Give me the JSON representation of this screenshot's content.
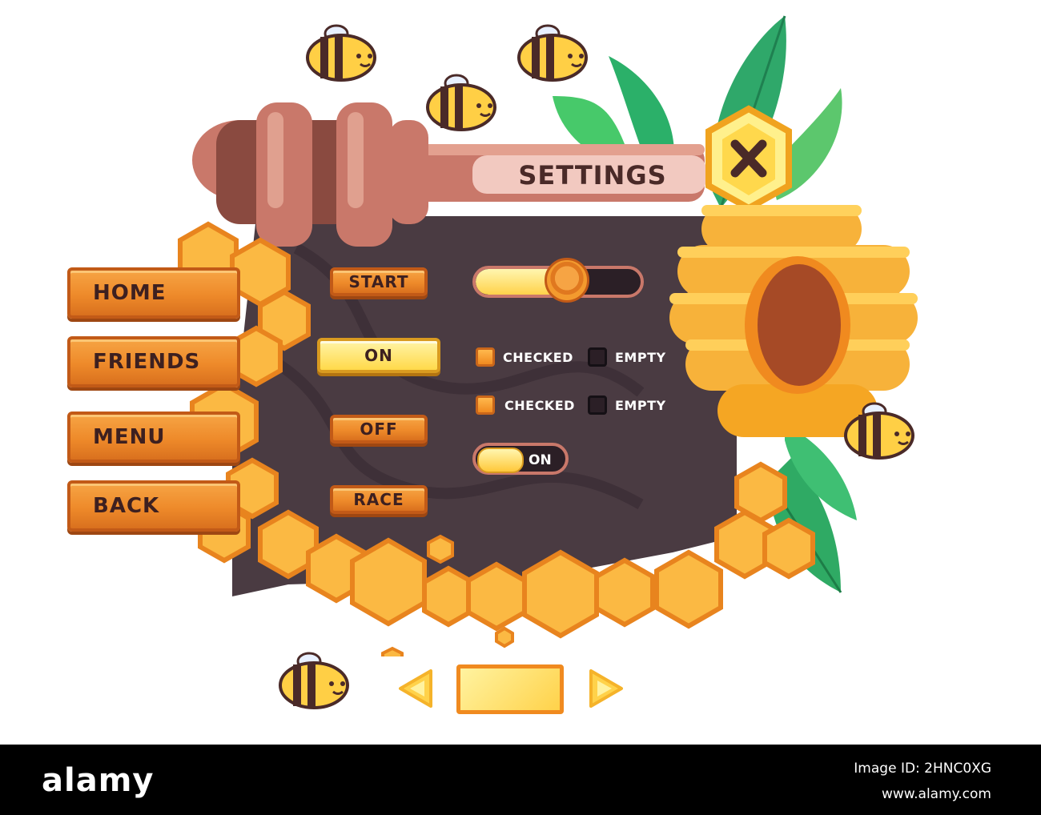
{
  "title": "SETTINGS",
  "icons": {
    "close": "close-icon",
    "prev": "arrow-left-icon",
    "next": "arrow-right-icon"
  },
  "nav": {
    "home": "HOME",
    "friends": "FRIENDS",
    "menu": "MENU",
    "back": "BACK"
  },
  "buttons": {
    "start": "START",
    "on": "ON",
    "off": "OFF",
    "race": "RACE"
  },
  "slider": {
    "level": 0.55
  },
  "checkboxes": [
    {
      "label": "CHECKED",
      "checked": true
    },
    {
      "label": "EMPTY",
      "checked": false
    },
    {
      "label": "CHECKED",
      "checked": true
    },
    {
      "label": "EMPTY",
      "checked": false
    }
  ],
  "toggle": {
    "label": "ON",
    "state": true
  },
  "colors": {
    "honey": "#f39a2e",
    "panel": "#4a3b42",
    "wood": "#c9786a",
    "leaf": "#2fb36b"
  },
  "footer": {
    "logo": "alamy",
    "image_id": "Image ID: 2HNC0XG",
    "url": "www.alamy.com"
  }
}
